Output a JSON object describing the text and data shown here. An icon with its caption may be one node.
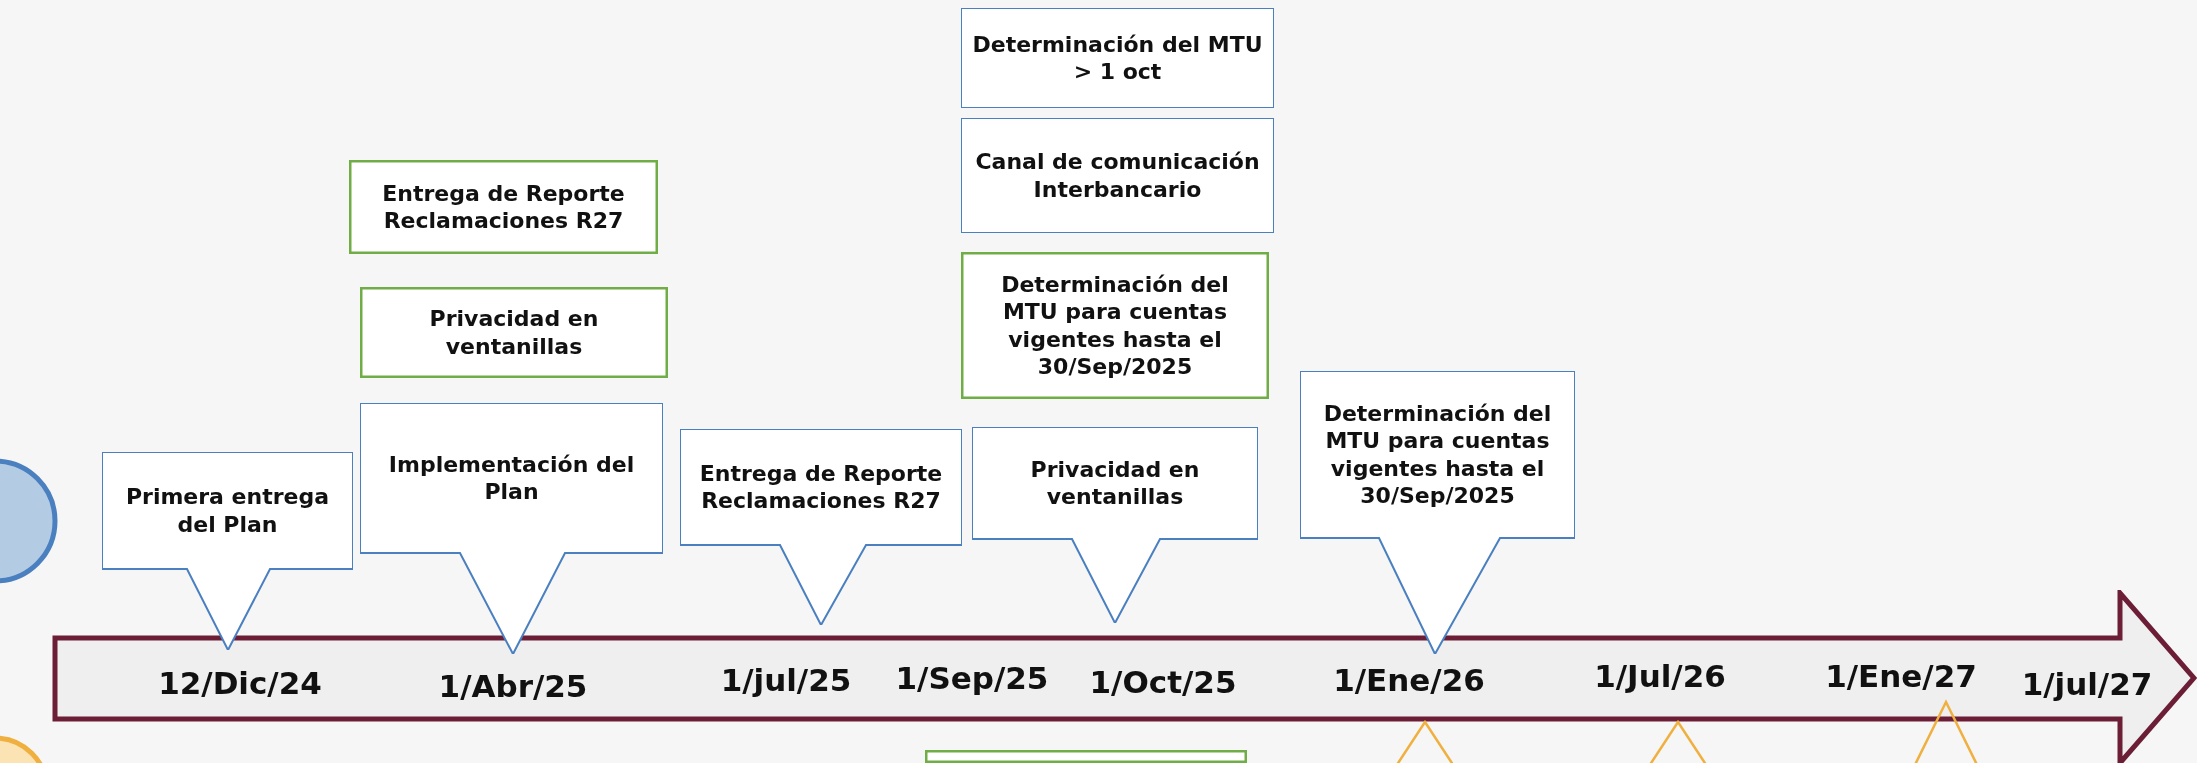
{
  "diagram": {
    "nodes": [
      {
        "text": [
          "Entrega de Reporte Reclamaciones R27"
        ]
      },
      {
        "text": [
          "Privacidad en ventanillas"
        ]
      },
      {
        "text": [
          "Determinación del MTU > 1 oct"
        ]
      },
      {
        "text": [
          "Canal de comunicación Interbancario"
        ]
      },
      {
        "text": [
          "Determinación del MTU para cuentas vigentes hasta el 30/Sep/2025"
        ]
      },
      {
        "text": [
          "Implementación del Plan"
        ]
      },
      {
        "text": [
          "Primera entrega del Plan"
        ]
      },
      {
        "text": [
          "Entrega de Reporte Reclamaciones R27"
        ]
      },
      {
        "text": [
          "Privacidad en ventanillas"
        ]
      },
      {
        "text": [
          "Determinación del MTU para cuentas vigentes hasta el 30/Sep/2025"
        ]
      },
      {
        "text": [],
        "shape": "circle"
      },
      {
        "text": [],
        "shape": "circle"
      },
      {
        "text": [],
        "shape": "box"
      },
      {
        "text": [],
        "shape": "triangle"
      },
      {
        "text": [],
        "shape": "triangle"
      },
      {
        "text": [],
        "shape": "triangle"
      },
      {
        "text": [
          "12/Dic/24",
          "1/Abr/25",
          "1/jul/25",
          "1/Sep/25",
          "1/Oct/25",
          "1/Ene/26",
          "1/Jul/26",
          "1/Ene/27",
          "1/jul/27"
        ]
      }
    ]
  }
}
